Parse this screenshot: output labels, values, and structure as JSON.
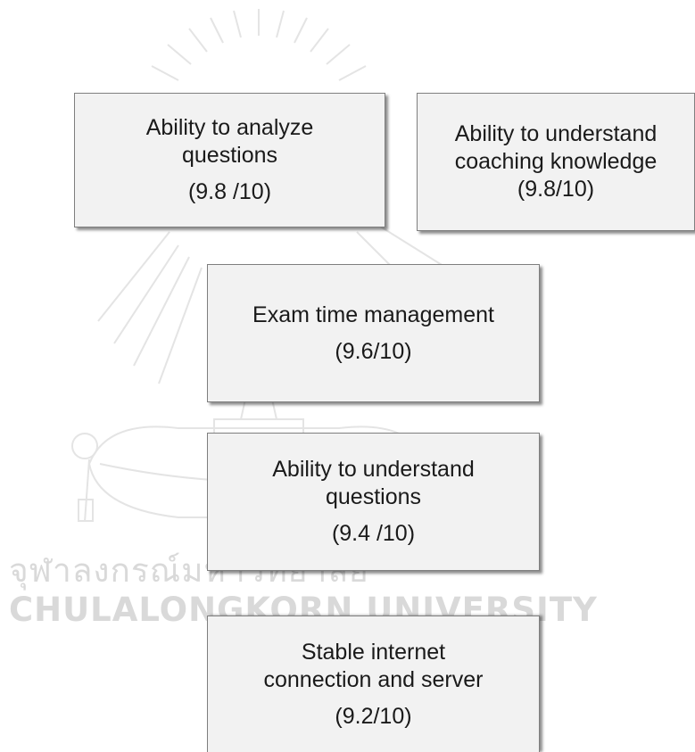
{
  "watermark": {
    "thai_text": "จุฬาลงกรณ์มหาวิทยาลัย",
    "english_text": "CHULALONGKORN UNIVERSITY"
  },
  "boxes": [
    {
      "lines": [
        "Ability to analyze",
        "questions"
      ],
      "score": "(9.8 /10)"
    },
    {
      "lines": [
        "Ability to understand",
        "coaching knowledge"
      ],
      "score": "(9.8/10)"
    },
    {
      "lines": [
        "Exam time management"
      ],
      "score": "(9.6/10)"
    },
    {
      "lines": [
        "Ability to understand",
        "questions"
      ],
      "score": "(9.4 /10)"
    },
    {
      "lines": [
        "Stable internet",
        "connection and server"
      ],
      "score": "(9.2/10)"
    }
  ]
}
